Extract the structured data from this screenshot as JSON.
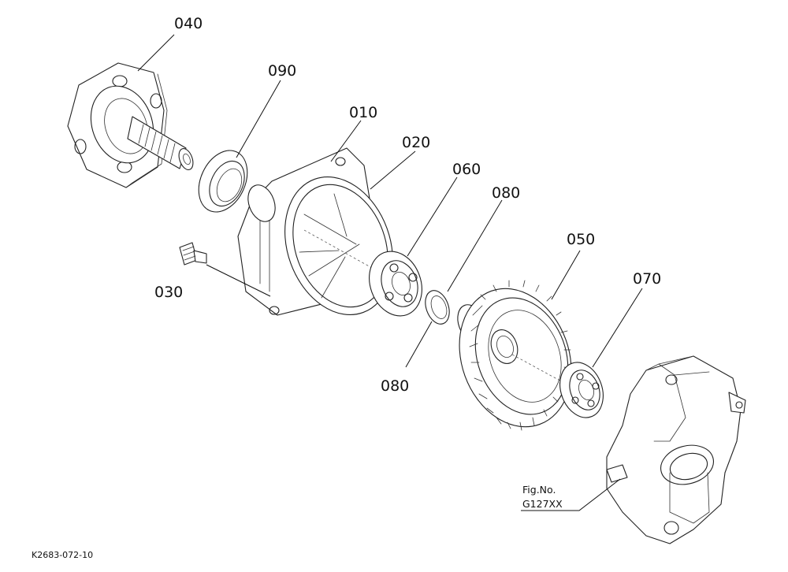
{
  "diagram": {
    "callouts": {
      "p010": "010",
      "p020": "020",
      "p030": "030",
      "p040": "040",
      "p050": "050",
      "p060": "060",
      "p070": "070",
      "p080a": "080",
      "p080b": "080",
      "p090": "090"
    },
    "figure_ref": {
      "line1": "Fig.No.",
      "line2": "G127XX"
    },
    "drawing_number": "K2683-072-10"
  }
}
